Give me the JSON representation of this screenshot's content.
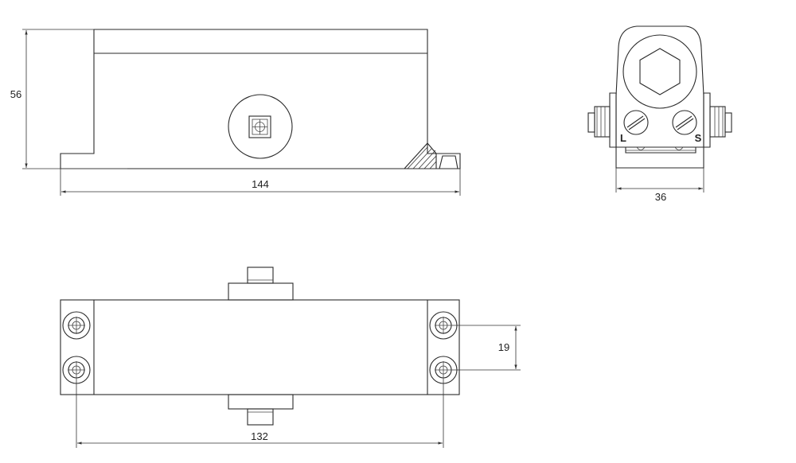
{
  "dimensions": {
    "side_height": "56",
    "side_length": "144",
    "end_width": "36",
    "hole_spacing_vertical": "19",
    "hole_spacing_horizontal": "132"
  },
  "end_view_labels": {
    "left_valve": "L",
    "right_valve": "S"
  }
}
